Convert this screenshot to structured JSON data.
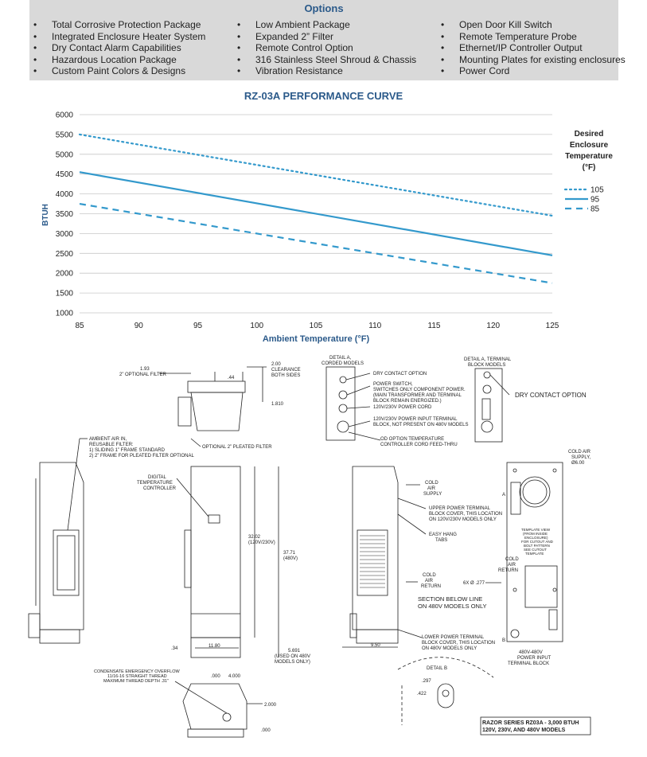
{
  "options": {
    "title": "Options",
    "columns": [
      [
        "Total Corrosive Protection Package",
        "Integrated Enclosure Heater System",
        "Dry Contact Alarm Capabilities",
        "Hazardous Location Package",
        "Custom Paint Colors & Designs"
      ],
      [
        "Low Ambient Package",
        "Expanded 2” Filter",
        "Remote Control Option",
        "316 Stainless Steel Shroud & Chassis",
        "Vibration Resistance"
      ],
      [
        "Open Door Kill Switch",
        "Remote Temperature Probe",
        "Ethernet/IP Controller Output",
        "Mounting Plates for existing enclosures",
        "Power Cord"
      ]
    ],
    "bullet": "•"
  },
  "chart_data": {
    "type": "line",
    "title": "RZ-03A PERFORMANCE CURVE",
    "xlabel": "Ambient Temperature (°F)",
    "ylabel": "BTUH",
    "x": [
      85,
      125
    ],
    "xticks": [
      85,
      90,
      95,
      100,
      105,
      110,
      115,
      120,
      125
    ],
    "yticks": [
      1000,
      1500,
      2000,
      2500,
      3000,
      3500,
      4000,
      4500,
      5000,
      5500,
      6000
    ],
    "xlim": [
      85,
      125
    ],
    "ylim": [
      1000,
      6000
    ],
    "grid": true,
    "legend_title": [
      "Desired",
      "Enclosure",
      "Temperature",
      "(°F)"
    ],
    "legend_position": "right",
    "series": [
      {
        "name": "105",
        "style": "dotted",
        "values": [
          5500,
          3450
        ]
      },
      {
        "name": "95",
        "style": "solid",
        "values": [
          4550,
          2450
        ]
      },
      {
        "name": "85",
        "style": "dashed",
        "values": [
          3750,
          1750
        ]
      }
    ],
    "color": "#3399cc"
  },
  "drawing": {
    "top_view": {
      "dim_193": "1.93",
      "optional_filter": "2” OPTIONAL FILTER",
      "dim_44": ".44",
      "dim_200": "2.00",
      "clearance": "CLEARANCE",
      "both_sides": "BOTH SIDES",
      "dim_1810": "1.810",
      "pleated": "OPTIONAL 2” PLEATED FILTER"
    },
    "air_in": [
      "AMBIENT AIR IN,",
      "REUSABLE FILTER:",
      "1) SLIDING 1” FRAME STANDARD",
      "2) 2” FRAME FOR PLEATED FILTER OPTIONAL"
    ],
    "detail_a_corded": [
      "DETAIL A,",
      "CORDED MODELS"
    ],
    "detail_a_terminal": [
      "DETAIL A, TERMINAL",
      "BLOCK MODELS"
    ],
    "dry_contact": "DRY CONTACT OPTION",
    "power_switch": [
      "POWER SWITCH,",
      "SWITCHES ONLY COMPONENT POWER.",
      "(MAIN TRANSFORMER AND TERMINAL",
      "BLOCK REMAIN ENERGIZED.)"
    ],
    "power_cord": "120V/230V POWER CORD",
    "power_terminal": [
      "120V/230V POWER INPUT TERMINAL",
      "BLOCK, NOT PRESENT ON 480V MODELS"
    ],
    "od_option": [
      "OD OPTION TEMPERATURE",
      "CONTROLLER CORD FEED-THRU"
    ],
    "dry_contact_right": "DRY CONTACT OPTION",
    "digital_controller": [
      "DIGITAL",
      "TEMPERATURE",
      "CONTROLLER"
    ],
    "dim_3202": "32.02",
    "dim_3202_sub": "(120V/230V)",
    "dim_3771": "37.71",
    "dim_3771_sub": "(480V)",
    "dim_34": ".34",
    "dim_1180": "11.80",
    "dim_5691": [
      "5.691",
      "(USED ON 480V",
      "MODELS ONLY)"
    ],
    "cold_air_supply": [
      "COLD",
      "AIR",
      "SUPPLY"
    ],
    "upper_block": [
      "UPPER POWER TERMINAL",
      "BLOCK COVER, THIS LOCATION",
      "ON 120V/230V MODELS ONLY"
    ],
    "easy_hang": [
      "EASY HANG",
      "TABS"
    ],
    "cold_air_return": [
      "COLD",
      "AIR",
      "RETURN"
    ],
    "section_below": [
      "SECTION BELOW LINE",
      "ON 480V MODELS ONLY"
    ],
    "lower_block": [
      "LOWER POWER TERMINAL",
      "BLOCK COVER, THIS LOCATION",
      "ON 480V MODELS ONLY"
    ],
    "dim_950": "9.50",
    "cold_air_supply_r": [
      "COLD AIR",
      "SUPPLY,",
      "Ø6.00"
    ],
    "letter_a": "A",
    "letter_b": "B",
    "template_view": [
      "TEMPLATE VIEW",
      "(FROM INSIDE",
      "ENCLOSURE)",
      "FOR CUTOUT AND",
      "BOLT PATTERN",
      "SEE CUTOUT",
      "TEMPLATE"
    ],
    "cold_air_return_r": [
      "COLD",
      "AIR",
      "RETURN"
    ],
    "hole_spec": "6X Ø .277",
    "power_480": [
      "480V-480V",
      "POWER INPUT",
      "TERMINAL BLOCK"
    ],
    "condensate": [
      "CONDENSATE EMERGENCY OVERFLOW",
      "11/16-16 STRAIGHT THREAD",
      "MAXIMUM THREAD DEPTH .31”"
    ],
    "dim_000_top": ".000",
    "dim_4000": "4.000",
    "dim_2000": "2.000",
    "dim_000_bot": ".000",
    "detail_b": "DETAIL B",
    "dim_297": ".297",
    "dim_422": ".422",
    "title_block": [
      "RAZOR SERIES RZ03A - 3,000 BTUH",
      "120V, 230V, AND 480V MODELS"
    ]
  }
}
